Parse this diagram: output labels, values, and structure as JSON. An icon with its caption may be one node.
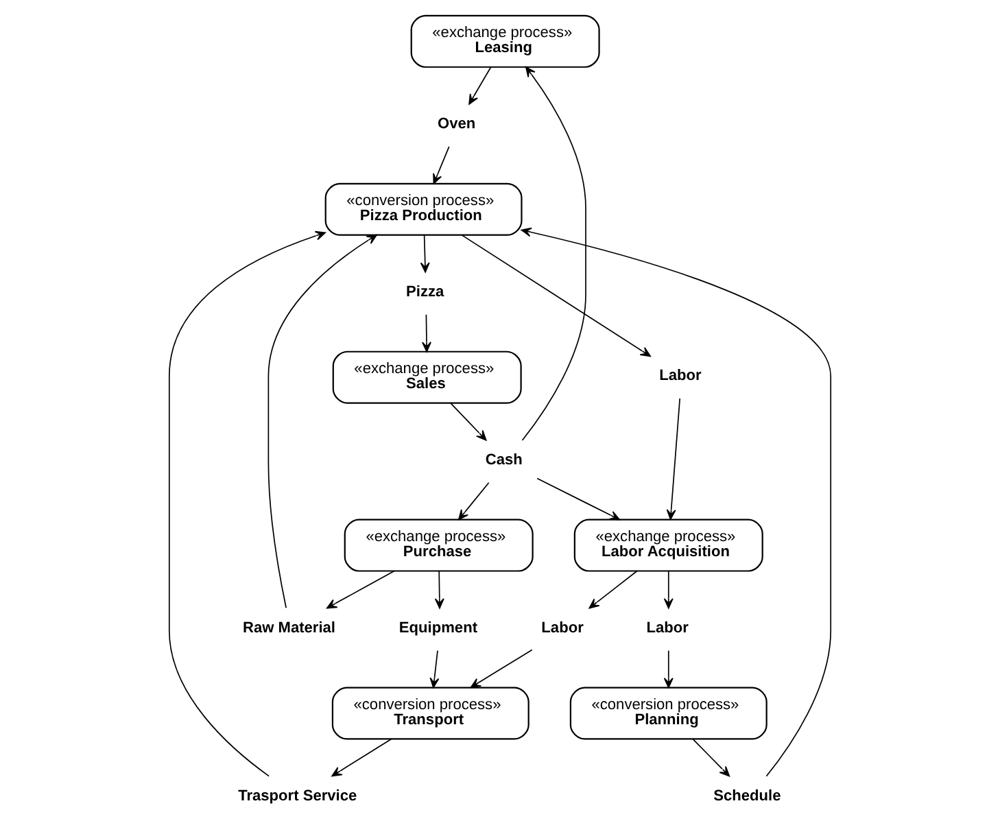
{
  "diagram": {
    "nodes": [
      {
        "text": [
          "«exchange process»",
          "Leasing"
        ]
      },
      {
        "text": [
          "Oven"
        ]
      },
      {
        "text": [
          "Pizza"
        ]
      },
      {
        "text": [
          "«exchange process»",
          "Sales"
        ]
      },
      {
        "text": [
          "«conversion process»",
          "Pizza Production"
        ]
      },
      {
        "text": [
          "Cash"
        ]
      },
      {
        "text": [
          "Raw Material"
        ]
      },
      {
        "text": [
          "Schedule"
        ]
      },
      {
        "text": [
          "Labor"
        ]
      },
      {
        "text": [
          "Trasport Service"
        ]
      },
      {
        "text": [
          "«exchange process»",
          "Labor Acquisition"
        ]
      },
      {
        "text": [
          "«exchange process»",
          "Purchase"
        ]
      },
      {
        "text": [
          "Labor"
        ]
      },
      {
        "text": [
          "Equipment"
        ]
      },
      {
        "text": [
          "Labor"
        ]
      },
      {
        "text": [
          "«conversion process»",
          "Planning"
        ]
      },
      {
        "text": [
          "«conversion process»",
          "Transport"
        ]
      }
    ],
    "edges": [
      {
        "from": 0,
        "to": 1,
        "arrow": "to"
      },
      {
        "from": 1,
        "to": 4,
        "arrow": "to"
      },
      {
        "from": 4,
        "to": 2,
        "arrow": "to"
      },
      {
        "from": 2,
        "to": 3,
        "arrow": "to"
      },
      {
        "from": 3,
        "to": 5,
        "arrow": "to"
      },
      {
        "from": 5,
        "to": 0,
        "arrow": "to"
      },
      {
        "from": 5,
        "to": 11,
        "arrow": "to"
      },
      {
        "from": 5,
        "to": 10,
        "arrow": "to"
      },
      {
        "from": 11,
        "to": 6,
        "arrow": "to"
      },
      {
        "from": 6,
        "to": 4,
        "arrow": "to"
      },
      {
        "from": 4,
        "to": 8,
        "arrow": "to"
      },
      {
        "from": 8,
        "to": 10,
        "arrow": "to"
      },
      {
        "from": 10,
        "to": 12,
        "arrow": "to"
      },
      {
        "from": 12,
        "to": 15,
        "arrow": "to"
      },
      {
        "from": 10,
        "to": 14,
        "arrow": "to"
      },
      {
        "from": 14,
        "to": 16,
        "arrow": "to"
      },
      {
        "from": 15,
        "to": 7,
        "arrow": "to"
      },
      {
        "from": 7,
        "to": 4,
        "arrow": "to"
      },
      {
        "from": 11,
        "to": 13,
        "arrow": "to"
      },
      {
        "from": 13,
        "to": 16,
        "arrow": "to"
      },
      {
        "from": 16,
        "to": 9,
        "arrow": "to"
      },
      {
        "from": 9,
        "to": 4,
        "arrow": "to"
      }
    ]
  }
}
